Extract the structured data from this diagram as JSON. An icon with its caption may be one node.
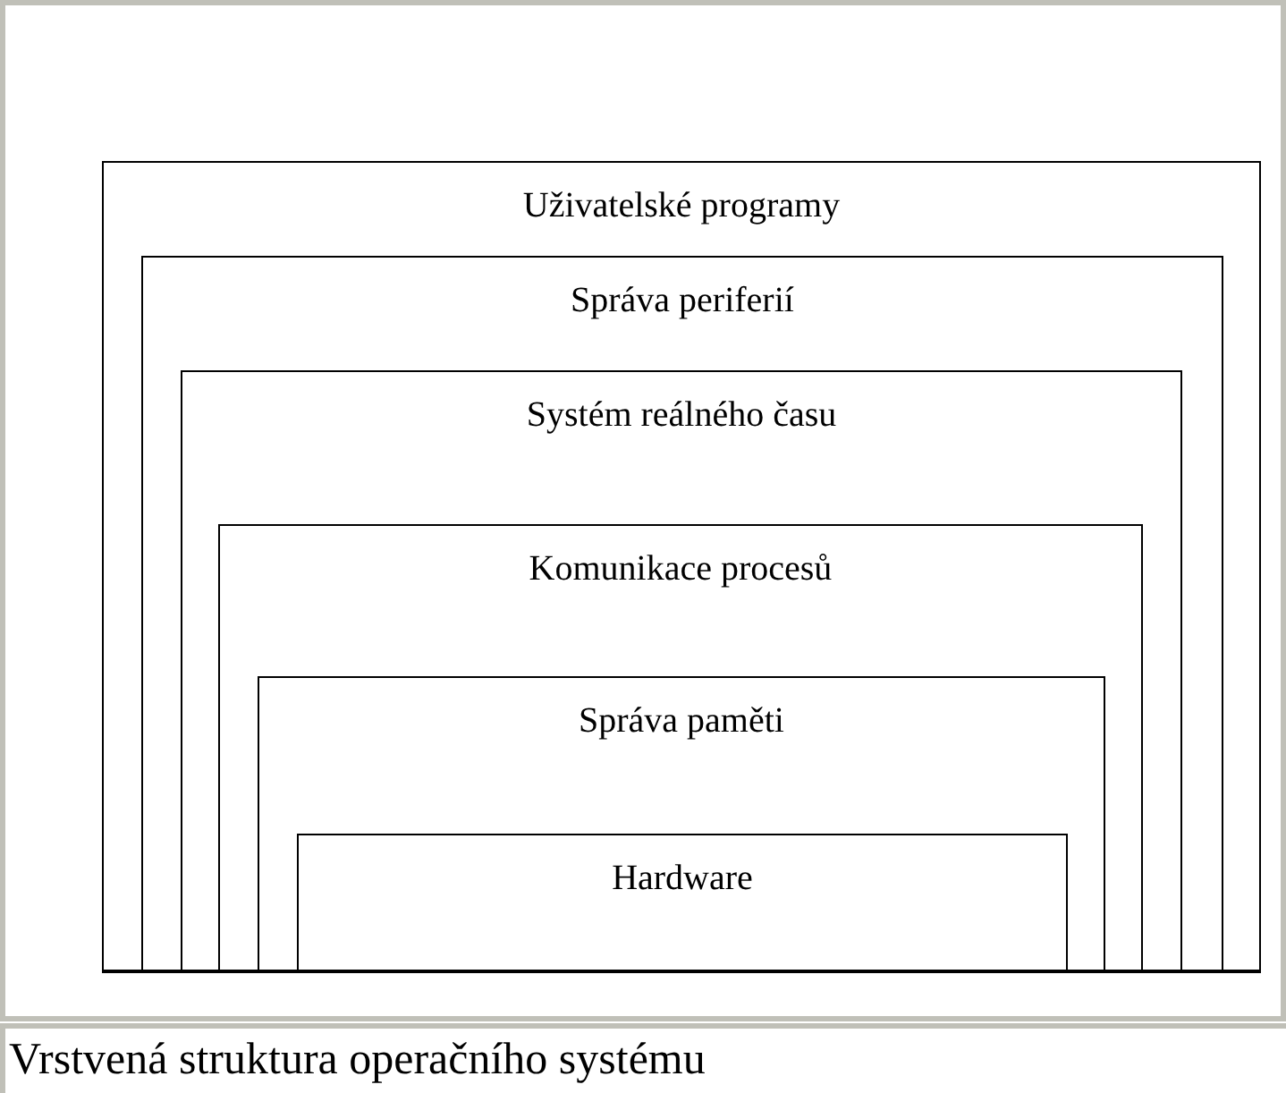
{
  "diagram": {
    "caption": "Vrstvená struktura operačního systému",
    "nodes": [
      {
        "text": [
          "Uživatelské programy"
        ]
      },
      {
        "text": [
          "Správa periferií"
        ],
        "in": 0
      },
      {
        "text": [
          "Systém reálného času"
        ],
        "in": 1
      },
      {
        "text": [
          "Komunikace procesů"
        ],
        "in": 2
      },
      {
        "text": [
          "Správa paměti"
        ],
        "in": 3
      },
      {
        "text": [
          "Hardware"
        ],
        "in": 4
      }
    ]
  }
}
